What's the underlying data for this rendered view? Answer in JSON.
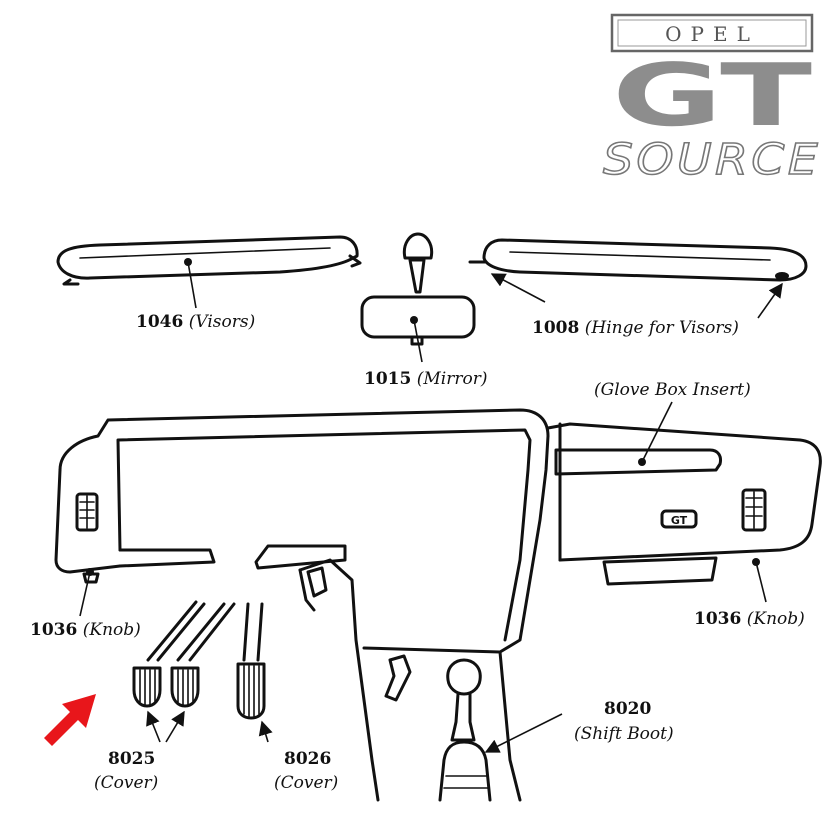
{
  "logo": {
    "line1": "OPEL",
    "line2": "GT",
    "line3": "SOURCE"
  },
  "parts": {
    "visors": {
      "number": "1046",
      "desc": "(Visors)"
    },
    "hinge": {
      "number": "1008",
      "desc": "(Hinge  for Visors)"
    },
    "mirror": {
      "number": "1015",
      "desc": "(Mirror)"
    },
    "glove_box": {
      "desc": "(Glove Box Insert)"
    },
    "knob_left": {
      "number": "1036",
      "desc": "(Knob)"
    },
    "knob_right": {
      "number": "1036",
      "desc": "(Knob)"
    },
    "cover_pair": {
      "number": "8025",
      "desc": "(Cover)"
    },
    "cover_single": {
      "number": "8026",
      "desc": "(Cover)"
    },
    "shift_boot": {
      "number": "8020",
      "desc": "(Shift Boot)"
    }
  },
  "badge_text": "GT",
  "colors": {
    "arrow": "#e8161b",
    "ink": "#111111",
    "logo_gray": "#8d8d8d"
  }
}
